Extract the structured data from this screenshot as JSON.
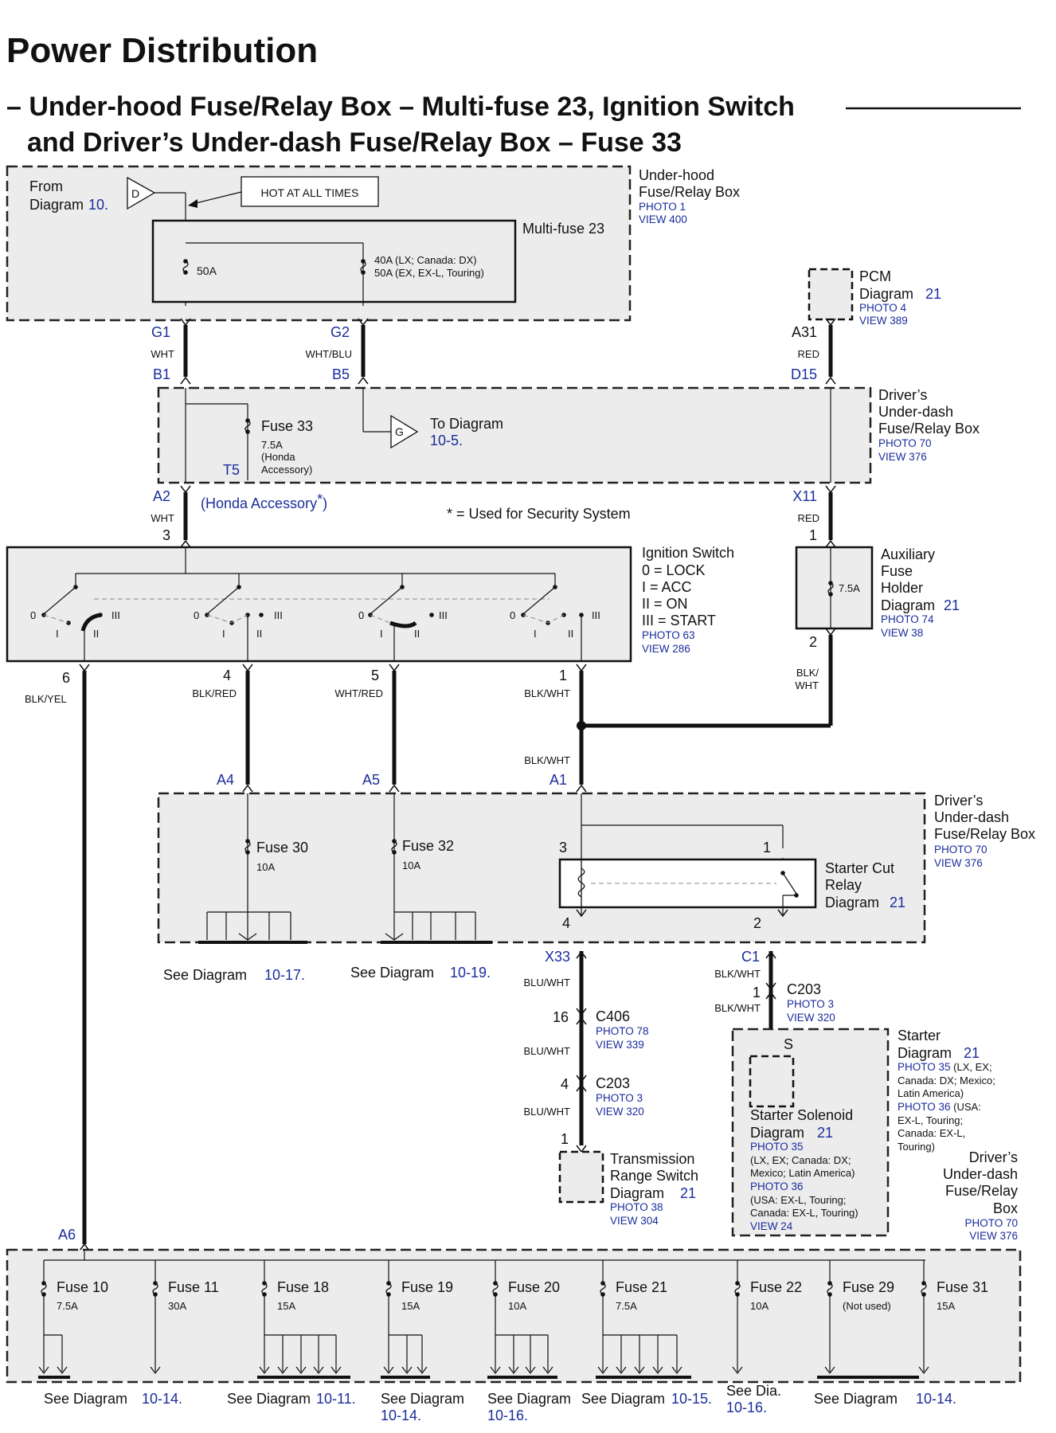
{
  "title": "Power Distribution",
  "subtitle_line1": "– Under-hood Fuse/Relay Box – Multi-fuse 23, Ignition Switch",
  "subtitle_line2": "and Driver’s Under-dash Fuse/Relay Box – Fuse 33",
  "underhood": {
    "from_label": "From",
    "from_diagram_label": "Diagram",
    "from_diagram_num": "10.",
    "d_symbol": "D",
    "hot_label": "HOT AT ALL TIMES",
    "box_name": [
      "Under-hood",
      "Fuse/Relay Box"
    ],
    "photo": "PHOTO 1",
    "view": "VIEW 400",
    "multifuse_label": "Multi-fuse 23",
    "fuse_50a": "50A",
    "fuse_40a_line1": "40A (LX; Canada: DX)",
    "fuse_40a_line2": "50A (EX, EX-L, Touring)"
  },
  "pcm": {
    "name": "PCM",
    "diagram_label": "Diagram",
    "diagram_num": "21",
    "photo": "PHOTO 4",
    "view": "VIEW 389"
  },
  "conn": {
    "g1": "G1",
    "g2": "G2",
    "b1": "B1",
    "b5": "B5",
    "a31": "A31",
    "d15": "D15",
    "t5": "T5",
    "a2": "A2",
    "x11": "X11",
    "a4": "A4",
    "a5": "A5",
    "a1": "A1",
    "x33": "X33",
    "c1": "C1",
    "a6": "A6"
  },
  "wires": {
    "wht": "WHT",
    "wht_blu": "WHT/BLU",
    "red": "RED",
    "blk_yel": "BLK/YEL",
    "blk_red": "BLK/RED",
    "wht_red": "WHT/RED",
    "blk_wht": "BLK/WHT",
    "blk_wht_split": [
      "BLK/",
      "WHT"
    ],
    "blu_wht": "BLU/WHT"
  },
  "dash1": {
    "box_name": [
      "Driver’s",
      "Under-dash",
      "Fuse/Relay Box"
    ],
    "photo": "PHOTO 70",
    "view": "VIEW 376",
    "fuse33": "Fuse 33",
    "fuse33_amp": "7.5A",
    "fuse33_note": [
      "(Honda",
      "Accessory)"
    ],
    "g_symbol": "G",
    "to_diagram": "To Diagram",
    "to_diagram_num": "10-5.",
    "honda_acc": "(Honda Accessory",
    "star": "*",
    "security_note": "* = Used for Security System"
  },
  "ignition": {
    "name": "Ignition Switch",
    "positions": [
      "0  = LOCK",
      "I   = ACC",
      "II  = ON",
      "III = START"
    ],
    "photo": "PHOTO 63",
    "view": "VIEW 286",
    "pos_labels": {
      "zero": "0",
      "one": "I",
      "two": "II",
      "three": "III"
    },
    "pins": {
      "p3": "3",
      "p6": "6",
      "p4": "4",
      "p5": "5",
      "p1": "1"
    }
  },
  "aux": {
    "name": [
      "Auxiliary",
      "Fuse",
      "Holder"
    ],
    "diagram_label": "Diagram",
    "diagram_num": "21",
    "photo": "PHOTO 74",
    "view": "VIEW 38",
    "amp": "7.5A",
    "pin1": "1",
    "pin2": "2"
  },
  "dash2": {
    "box_name": [
      "Driver’s",
      "Under-dash",
      "Fuse/Relay Box"
    ],
    "photo": "PHOTO 70",
    "view": "VIEW 376",
    "fuse30": "Fuse 30",
    "fuse30_amp": "10A",
    "fuse32": "Fuse 32",
    "fuse32_amp": "10A",
    "relay_name": [
      "Starter Cut",
      "Relay"
    ],
    "relay_diagram_label": "Diagram",
    "relay_diagram_num": "21",
    "relay_pins": {
      "p3": "3",
      "p1": "1",
      "p4": "4",
      "p2": "2"
    },
    "see_a_label": "See Diagram",
    "see_a_num": "10-17.",
    "see_b_label": "See Diagram",
    "see_b_num": "10-19."
  },
  "lower": {
    "p16": "16",
    "c406": "C406",
    "c406_photo": "PHOTO 78",
    "c406_view": "VIEW 339",
    "p4": "4",
    "c203a": "C203",
    "c203a_photo": "PHOTO 3",
    "c203a_view": "VIEW 320",
    "p1": "1",
    "trs_name": [
      "Transmission",
      "Range Switch"
    ],
    "trs_diagram_label": "Diagram",
    "trs_diagram_num": "21",
    "trs_photo": "PHOTO 38",
    "trs_view": "VIEW 304",
    "p1b": "1",
    "c203b": "C203",
    "c203b_photo": "PHOTO 3",
    "c203b_view": "VIEW 320",
    "s": "S",
    "sol_name": "Starter Solenoid",
    "sol_diagram_label": "Diagram",
    "sol_diagram_num": "21",
    "sol_photo35": "PHOTO 35",
    "sol_note35": [
      "(LX, EX; Canada: DX;",
      "Mexico; Latin America)"
    ],
    "sol_photo36": "PHOTO 36",
    "sol_note36": [
      "(USA: EX-L, Touring;",
      "Canada: EX-L, Touring)"
    ],
    "sol_view": "VIEW 24",
    "starter_name": "Starter",
    "starter_diagram_label": "Diagram",
    "starter_diagram_num": "21",
    "starter_photo35": "PHOTO 35",
    "starter_note35a": " (LX, EX;",
    "starter_note35b": [
      "Canada: DX; Mexico;",
      "Latin America)"
    ],
    "starter_photo36": "PHOTO 36",
    "starter_note36a": " (USA:",
    "starter_note36b": [
      "EX-L, Touring;",
      "Canada: EX-L,",
      "Touring)"
    ]
  },
  "dash3": {
    "box_name": [
      "Driver’s",
      "Under-dash",
      "Fuse/Relay",
      "Box"
    ],
    "photo": "PHOTO 70",
    "view": "VIEW 376",
    "fuses": [
      {
        "name": "Fuse 10",
        "amp": "7.5A"
      },
      {
        "name": "Fuse 11",
        "amp": "30A"
      },
      {
        "name": "Fuse 18",
        "amp": "15A"
      },
      {
        "name": "Fuse 19",
        "amp": "15A"
      },
      {
        "name": "Fuse 20",
        "amp": "10A"
      },
      {
        "name": "Fuse 21",
        "amp": "7.5A"
      },
      {
        "name": "Fuse 22",
        "amp": "10A"
      },
      {
        "name": "Fuse 29",
        "amp": "(Not used)"
      },
      {
        "name": "Fuse 31",
        "amp": "15A"
      }
    ],
    "see": [
      {
        "label": "See Diagram",
        "num": "10-14."
      },
      {
        "label": "See Diagram",
        "num": "10-11."
      },
      {
        "label": "See Diagram",
        "num": "10-14."
      },
      {
        "label": "See Diagram",
        "num": "10-16."
      },
      {
        "label": "See Diagram",
        "num": "10-15."
      },
      {
        "label": "See Dia.",
        "num": "10-16."
      },
      {
        "label": "See Diagram",
        "num": "10-14."
      }
    ]
  }
}
